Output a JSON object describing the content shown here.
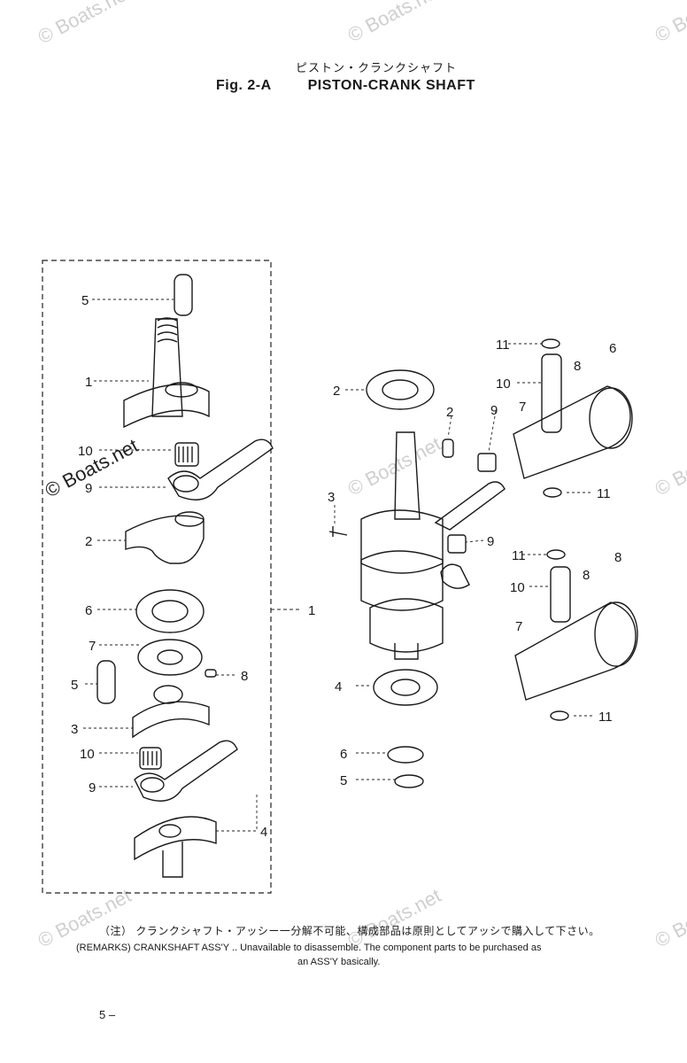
{
  "header": {
    "title_jp": "ピストン・クランクシャフト",
    "fig_label": "Fig. 2-A",
    "title": "PISTON-CRANK SHAFT"
  },
  "watermark": {
    "text": "© Boats.net"
  },
  "callouts": {
    "n1": "1",
    "n2": "2",
    "n3": "3",
    "n4": "4",
    "n5": "5",
    "n6": "6",
    "n7": "7",
    "n8": "8",
    "n9": "9",
    "n10": "10",
    "n11": "11"
  },
  "remarks": {
    "jp": "（注） クランクシャフト・アッシー一分解不可能、構成部品は原則としてアッシで購入して下さい。",
    "en_line1": "(REMARKS) CRANKSHAFT ASS'Y .. Unavailable to disassemble. The component parts to be purchased as",
    "en_line2": "an ASS'Y basically."
  },
  "footer": {
    "page": "5 –"
  }
}
